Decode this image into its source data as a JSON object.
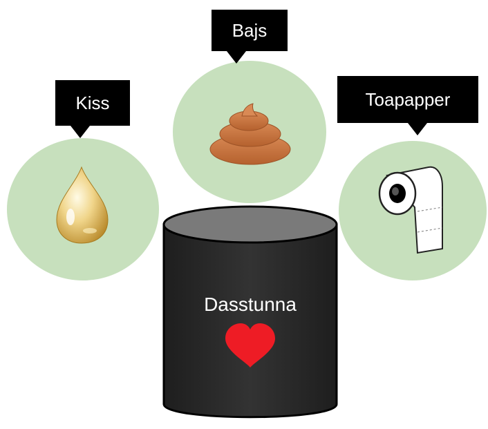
{
  "items": [
    {
      "label": "Kiss",
      "icon": "urine-drop-icon"
    },
    {
      "label": "Bajs",
      "icon": "poop-icon"
    },
    {
      "label": "Toapapper",
      "icon": "toilet-paper-icon"
    }
  ],
  "bin": {
    "label": "Dasstunna",
    "icon": "heart-icon"
  },
  "colors": {
    "circle": "#c7e0bd",
    "label_bg": "#000000",
    "bin_body": "#2b2b2b",
    "bin_top": "#7a7a7a",
    "heart": "#ee1c25"
  }
}
